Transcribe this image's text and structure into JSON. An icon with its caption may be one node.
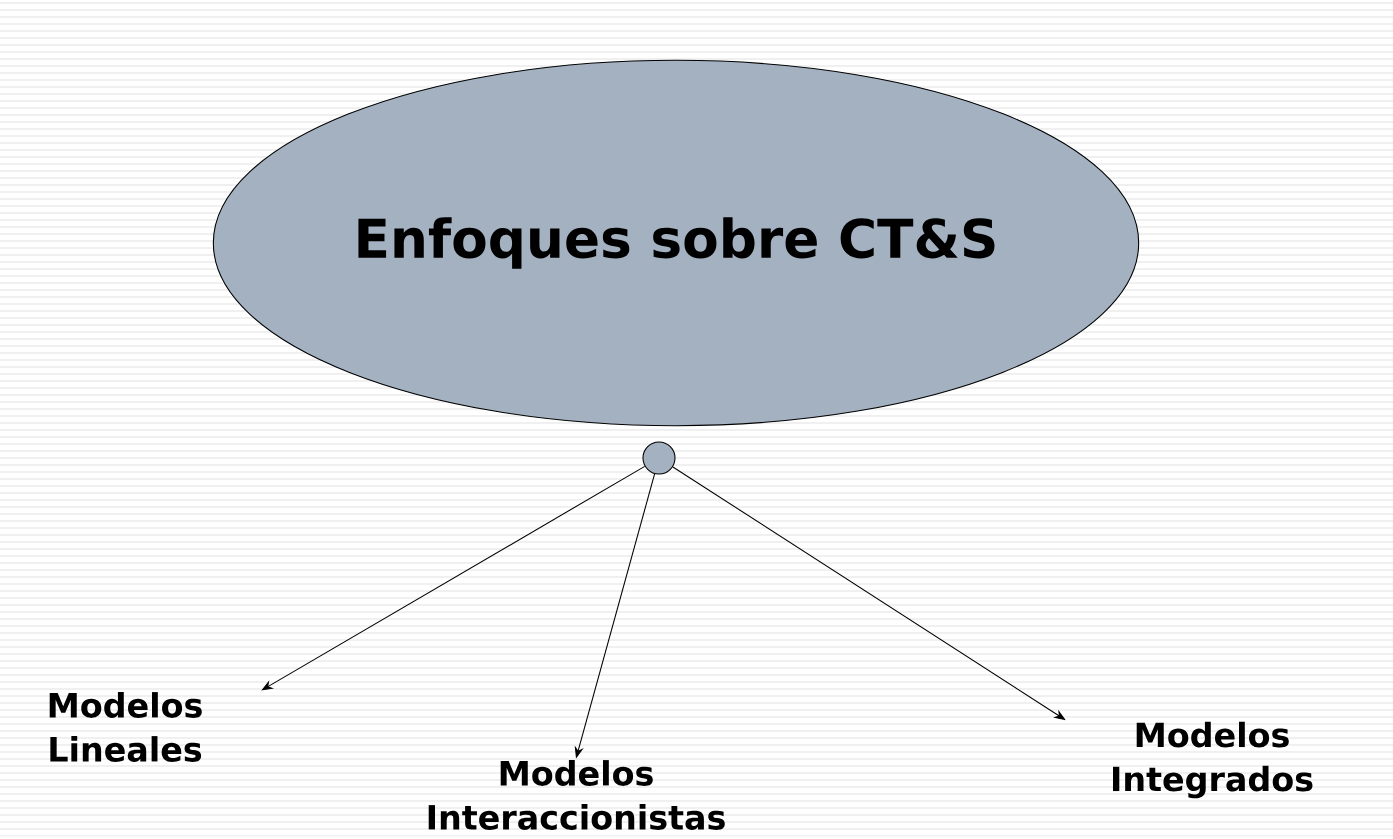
{
  "diagram": {
    "nodes": [
      {
        "text": [
          "Enfoques sobre CT&S"
        ]
      },
      {
        "text": [],
        "shape": "circle"
      },
      {
        "text": [
          "Modelos Lineales"
        ]
      },
      {
        "text": [
          "Modelos Interaccionistas"
        ]
      },
      {
        "text": [
          "Modelos Integrados"
        ]
      }
    ],
    "edges": [
      {
        "from": 1,
        "to": 2,
        "arrow": "to"
      },
      {
        "from": 1,
        "to": 3,
        "arrow": "to"
      },
      {
        "from": 1,
        "to": 4,
        "arrow": "to"
      }
    ]
  }
}
